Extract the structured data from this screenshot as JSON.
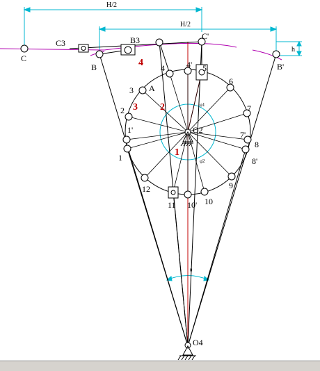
{
  "dimensions": {
    "h_over_2_top": "H/2",
    "h_over_2_mid": "H/2",
    "h": "h"
  },
  "labels": {
    "C": "C",
    "C3": "C3",
    "B3": "B3",
    "B": "B",
    "C_prime": "C'",
    "B_prime": "B'",
    "A": "A",
    "O2": "O2",
    "O4": "O4",
    "phi1": "φ1",
    "phi2": "φ2",
    "theta": "θ"
  },
  "link_numbers": [
    "1",
    "2",
    "3",
    "4"
  ],
  "positions": [
    "1",
    "1'",
    "2",
    "3",
    "4",
    "4'",
    "5",
    "6",
    "7",
    "7'",
    "8",
    "8'",
    "9",
    "10",
    "10'",
    "11",
    "12"
  ],
  "colors": {
    "line": "#000000",
    "dimension": "#00b7d0",
    "path": "#b000b0",
    "red_link": "#c00000",
    "background": "#ffffff"
  }
}
